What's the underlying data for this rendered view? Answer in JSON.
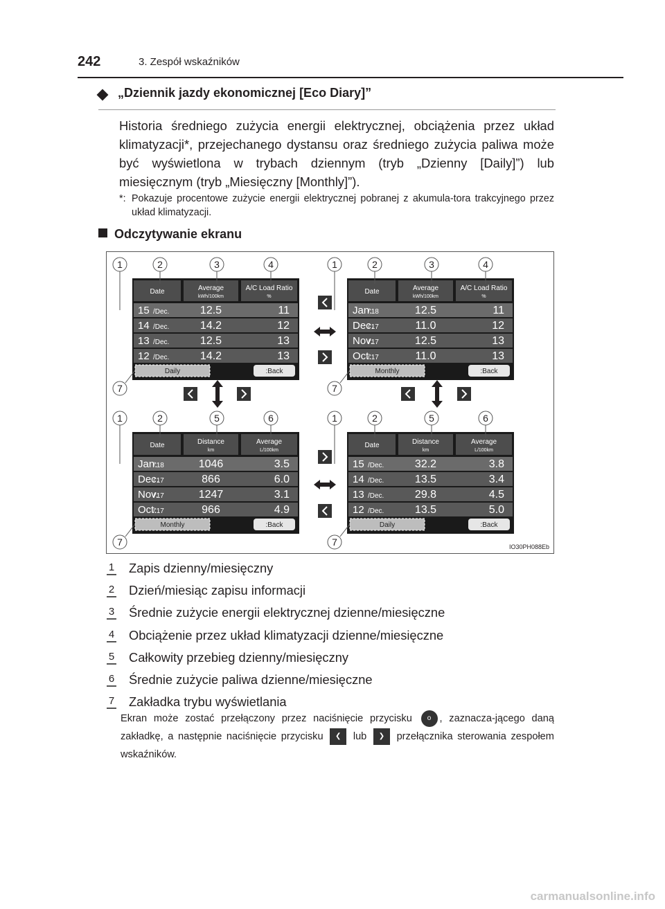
{
  "header": {
    "page_number": "242",
    "section": "3. Zespół wskaźników"
  },
  "subsection_title": "„Dziennik jazdy ekonomicznej [Eco Diary]”",
  "body_text": "Historia średniego zużycia energii elektrycznej, obciążenia przez układ klimatyzacji*, przejechanego dystansu oraz średniego zużycia paliwa może być wyświetlona w trybach dziennym (tryb „Dzienny [Daily]”) lub miesięcznym (tryb „Miesięczny [Monthly]”).",
  "note": {
    "mark": "*:",
    "text": "Pokazuje procentowe zużycie energii elektrycznej pobranej z akumula-tora trakcyjnego przez układ klimatyzacji."
  },
  "section_heading": "Odczytywanie ekranu",
  "figure": {
    "image_id": "IO30PH088Eb",
    "screens": [
      {
        "headers": [
          "Date",
          "Average",
          "A/C Load Ratio"
        ],
        "units": [
          "",
          "kWh/100km",
          "%"
        ],
        "rows": [
          [
            "15",
            "Dec.",
            "12.5",
            "11"
          ],
          [
            "14",
            "Dec.",
            "14.2",
            "12"
          ],
          [
            "13",
            "Dec.",
            "12.5",
            "13"
          ],
          [
            "12",
            "Dec.",
            "14.2",
            "13"
          ]
        ],
        "tab": "Daily",
        "back": ":Back",
        "callouts": [
          "1",
          "2",
          "3",
          "4"
        ]
      },
      {
        "headers": [
          "Date",
          "Average",
          "A/C Load Ratio"
        ],
        "units": [
          "",
          "kWh/100km",
          "%"
        ],
        "rows": [
          [
            "Jan.",
            "'18",
            "12.5",
            "11"
          ],
          [
            "Dec.",
            "'17",
            "11.0",
            "12"
          ],
          [
            "Nov.",
            "'17",
            "12.5",
            "13"
          ],
          [
            "Oct.",
            "'17",
            "11.0",
            "13"
          ]
        ],
        "tab": "Monthly",
        "back": ":Back",
        "callouts": [
          "1",
          "2",
          "3",
          "4"
        ]
      },
      {
        "headers": [
          "Date",
          "Distance",
          "Average"
        ],
        "units": [
          "",
          "km",
          "L/100km"
        ],
        "rows": [
          [
            "Jan.",
            "'18",
            "1046",
            "3.5"
          ],
          [
            "Dec.",
            "'17",
            "866",
            "6.0"
          ],
          [
            "Nov.",
            "'17",
            "1247",
            "3.1"
          ],
          [
            "Oct.",
            "'17",
            "966",
            "4.9"
          ]
        ],
        "tab": "Monthly",
        "back": ":Back",
        "callouts": [
          "1",
          "2",
          "5",
          "6"
        ]
      },
      {
        "headers": [
          "Date",
          "Distance",
          "Average"
        ],
        "units": [
          "",
          "km",
          "L/100km"
        ],
        "rows": [
          [
            "15",
            "Dec.",
            "32.2",
            "3.8"
          ],
          [
            "14",
            "Dec.",
            "13.5",
            "3.4"
          ],
          [
            "13",
            "Dec.",
            "29.8",
            "4.5"
          ],
          [
            "12",
            "Dec.",
            "13.5",
            "5.0"
          ]
        ],
        "tab": "Daily",
        "back": ":Back",
        "callouts": [
          "1",
          "2",
          "5",
          "6"
        ]
      }
    ],
    "tab_callout": "7"
  },
  "legend": [
    {
      "num": "1",
      "text": "Zapis dzienny/miesięczny"
    },
    {
      "num": "2",
      "text": "Dzień/miesiąc zapisu informacji"
    },
    {
      "num": "3",
      "text": "Średnie zużycie energii elektrycznej dzienne/miesięczne"
    },
    {
      "num": "4",
      "text": "Obciążenie przez układ klimatyzacji dzienne/miesięczne"
    },
    {
      "num": "5",
      "text": "Całkowity przebieg dzienny/miesięczny"
    },
    {
      "num": "6",
      "text": "Średnie zużycie paliwa dzienne/miesięczne"
    },
    {
      "num": "7",
      "text": "Zakładka trybu wyświetlania"
    }
  ],
  "instruction": {
    "part1": "Ekran może zostać przełączony przez naciśnięcie przycisku",
    "part2": ", zaznacza-jącego daną zakładkę, a następnie naciśnięcie przycisku",
    "part3": "lub",
    "part4": "przełącznika sterowania zespołem wskaźników."
  },
  "watermark": "carmanualsonline.info"
}
